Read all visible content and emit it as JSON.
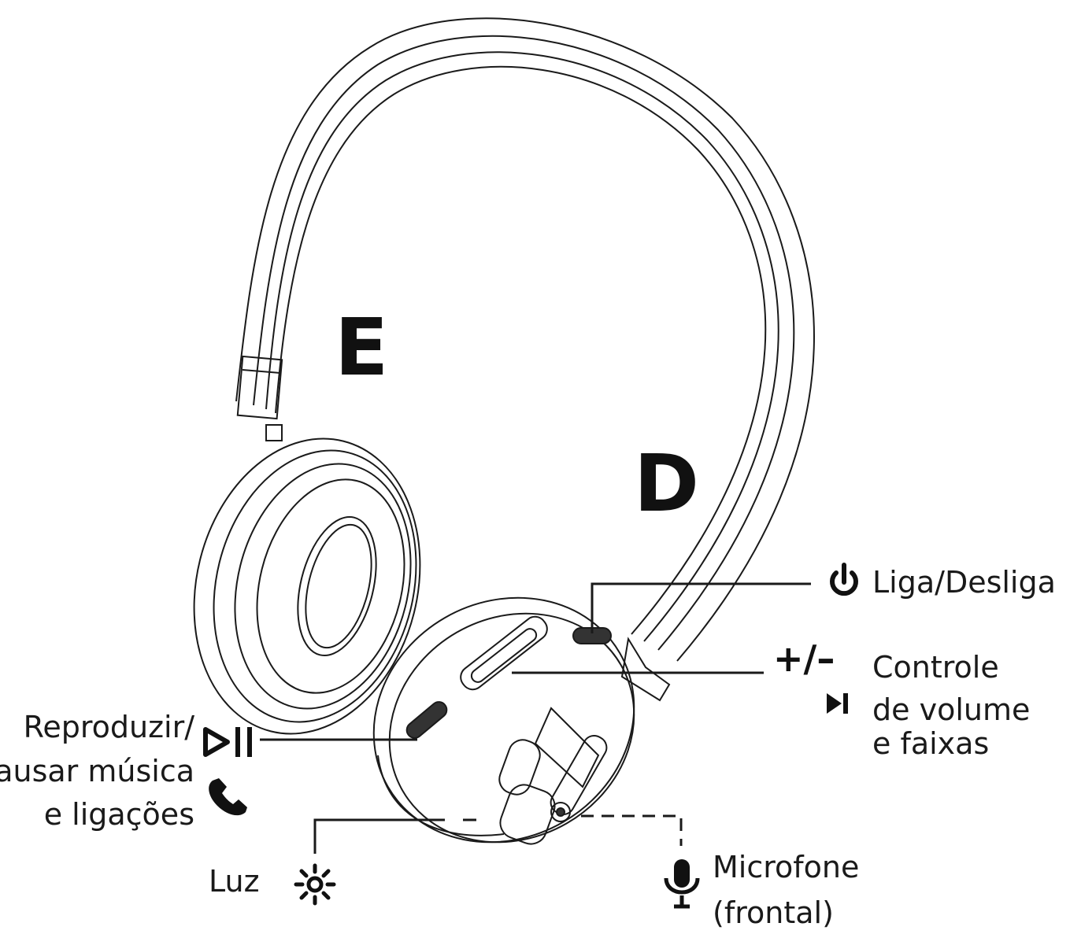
{
  "sides": {
    "left": "E",
    "right": "D"
  },
  "labels": {
    "power": "Liga/Desliga",
    "volume_line1": "Controle",
    "volume_line2": "de volume",
    "volume_line3": "e faixas",
    "play_line1": "Reproduzir/",
    "play_line2": "Pausar música",
    "play_line3": "e ligações",
    "light": "Luz",
    "mic_line1": "Microfone",
    "mic_line2": "(frontal)"
  },
  "symbols": {
    "volume": "+/–"
  },
  "icons": [
    "power-icon",
    "plus-minus-icon",
    "skip-track-icon",
    "play-pause-icon",
    "phone-icon",
    "light-icon",
    "microphone-icon"
  ],
  "colors": {
    "line": "#1a1a1a",
    "background": "#ffffff"
  }
}
